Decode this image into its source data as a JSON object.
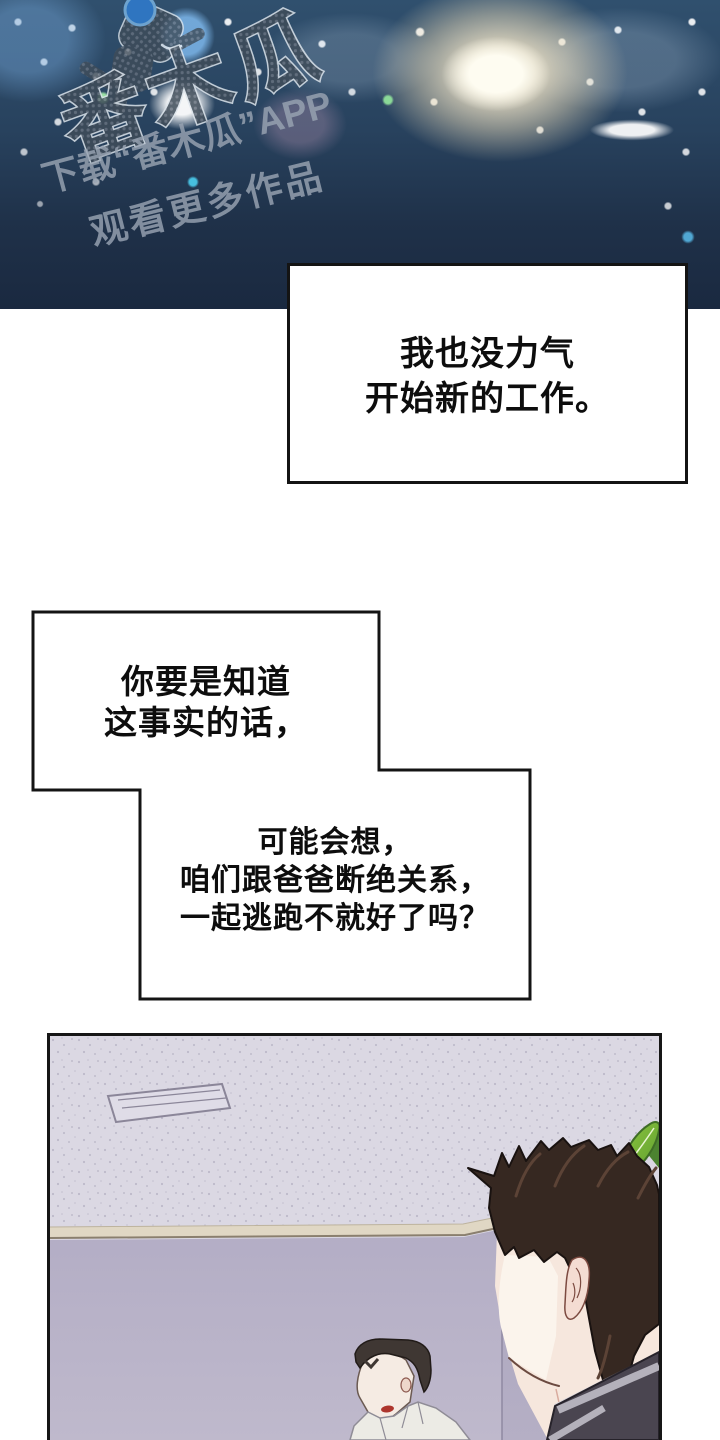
{
  "watermark": {
    "logo_text": "番木瓜",
    "line1": "下载“番木瓜”APP",
    "line2": "观看更多作品"
  },
  "bubbles": [
    {
      "lines": [
        "我也没力气",
        "开始新的工作。"
      ]
    },
    {
      "lines": [
        "你要是知道",
        "这事实的话，"
      ]
    },
    {
      "lines": [
        "可能会想，",
        "咱们跟爸爸断绝关系，",
        "一起逃跑不就好了吗？"
      ]
    }
  ],
  "palette": {
    "sky_top": "#30506e",
    "sky_bottom": "#1a2940",
    "warm_glow": "#f7ead0",
    "bubble_border": "#141414",
    "panel_border": "#161616",
    "ceiling": "#dbd8e3",
    "wall_left": "#b6b0c7",
    "wall_right": "#aea8c1",
    "molding": "#e0d7c4",
    "leaf_green": "#6cb043",
    "leaf_dark": "#477a2e",
    "hair_dark": "#362821",
    "skin": "#f6e7dd",
    "jacket": "#4a4550",
    "lapel": "#b4b1bb",
    "mouth_red": "#ad352c",
    "shirt": "#ecebe5"
  }
}
